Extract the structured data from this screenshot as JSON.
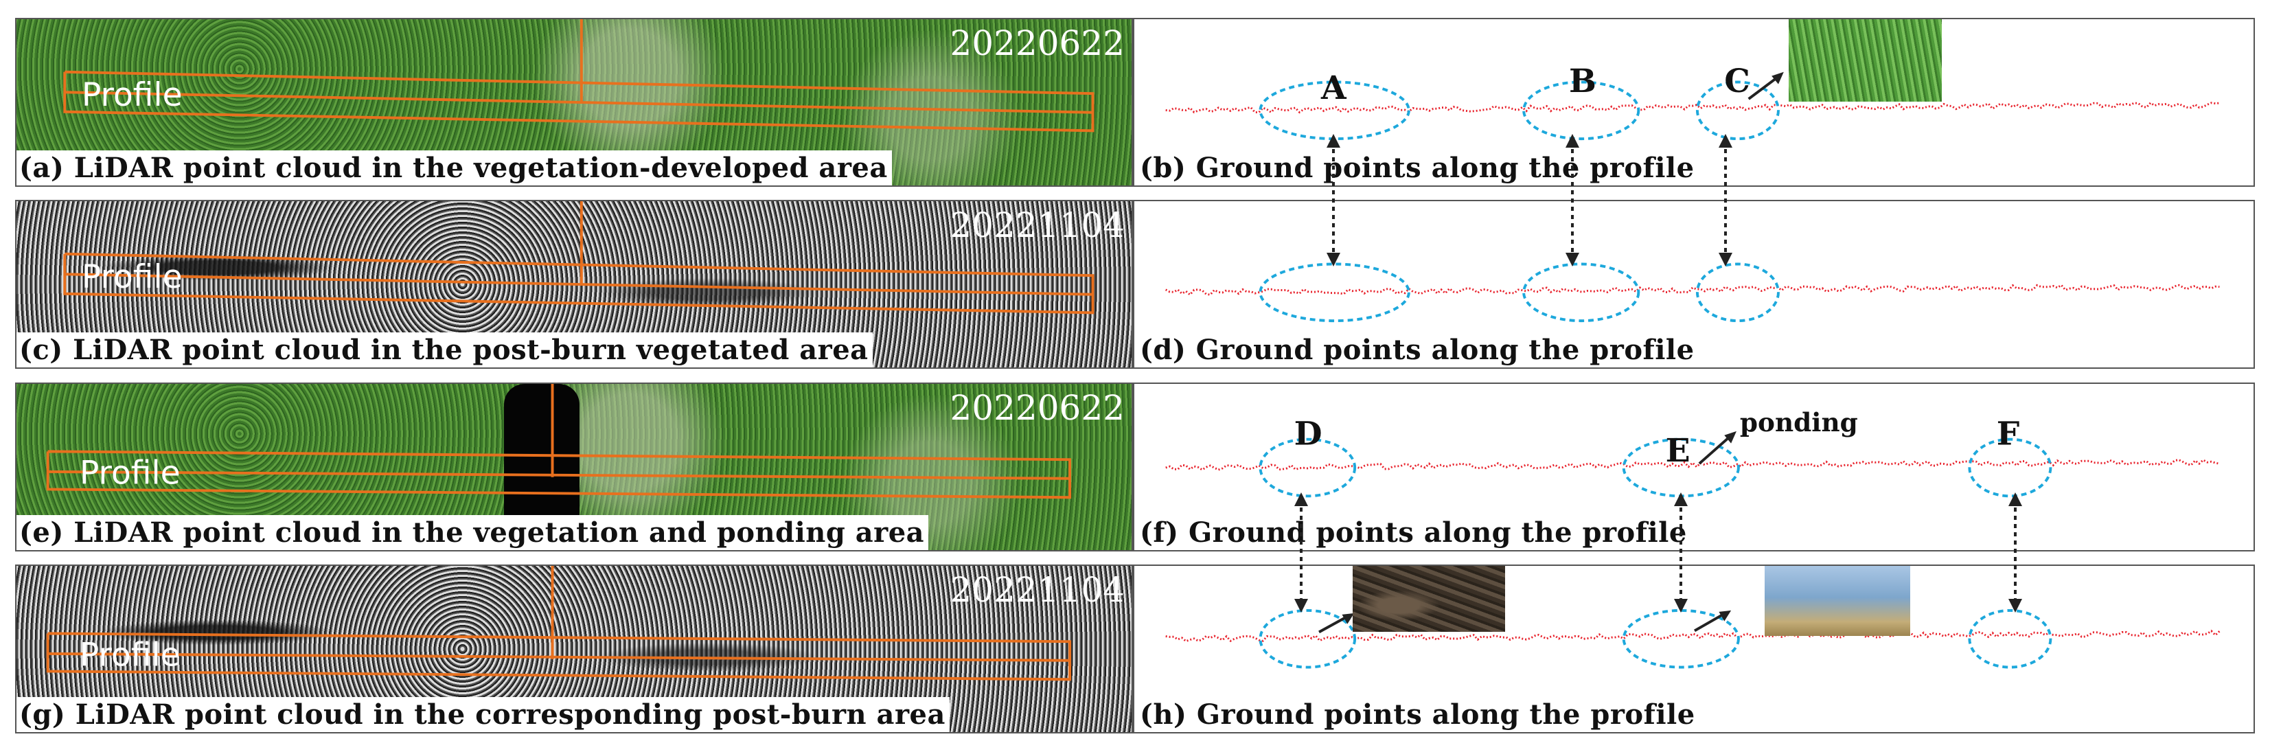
{
  "panels": [
    {
      "date": "20220622",
      "profile_label": "Profile",
      "caption": "(a) LiDAR point cloud in the vegetation-developed area"
    },
    {
      "date": "20221104",
      "profile_label": "Profile",
      "caption": "(c) LiDAR point cloud in the post-burn vegetated area"
    },
    {
      "date": "20220622",
      "profile_label": "Profile",
      "caption": "(e) LiDAR point cloud in the vegetation and ponding area"
    },
    {
      "date": "20221104",
      "profile_label": "Profile",
      "caption": "(g) LiDAR point cloud in the corresponding post-burn area"
    }
  ],
  "profiles": [
    {
      "caption": "(b) Ground points along the profile",
      "labels": [
        "A",
        "B",
        "C"
      ]
    },
    {
      "caption": "(d) Ground points along the profile",
      "labels": []
    },
    {
      "caption": "(f) Ground points along the profile",
      "labels": [
        "D",
        "E",
        "F"
      ],
      "annotation": "ponding"
    },
    {
      "caption": "(h) Ground points along the profile",
      "labels": []
    }
  ],
  "colors": {
    "profile_outline": "#e8701e",
    "ground_points": "#e8202a",
    "ellipse": "#1da8dc",
    "arrow": "#222222"
  }
}
